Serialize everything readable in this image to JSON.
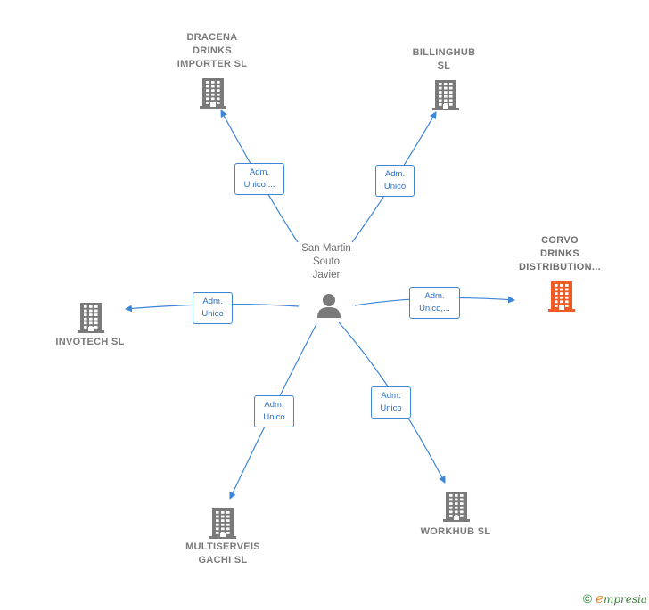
{
  "center": {
    "name_lines": [
      "San Martin",
      "Souto",
      "Javier"
    ],
    "icon": "person-icon"
  },
  "nodes": [
    {
      "id": "dracena",
      "lines": [
        "DRACENA",
        "DRINKS",
        "IMPORTER  SL"
      ],
      "icon": "building-icon",
      "color": "#7a7a7a"
    },
    {
      "id": "billinghub",
      "lines": [
        "BILLINGHUB",
        "SL"
      ],
      "icon": "building-icon",
      "color": "#7a7a7a"
    },
    {
      "id": "corvo",
      "lines": [
        "CORVO",
        "DRINKS",
        "DISTRIBUTION..."
      ],
      "icon": "building-icon",
      "color": "#f05a23"
    },
    {
      "id": "invotech",
      "lines": [
        "INVOTECH  SL"
      ],
      "icon": "building-icon",
      "color": "#7a7a7a"
    },
    {
      "id": "multiserveis",
      "lines": [
        "MULTISERVEIS",
        "GACHI  SL"
      ],
      "icon": "building-icon",
      "color": "#7a7a7a"
    },
    {
      "id": "workhub",
      "lines": [
        "WORKHUB  SL"
      ],
      "icon": "building-icon",
      "color": "#7a7a7a"
    }
  ],
  "edges": [
    {
      "target": "dracena",
      "label_lines": [
        "Adm.",
        "Unico,..."
      ]
    },
    {
      "target": "billinghub",
      "label_lines": [
        "Adm.",
        "Unico"
      ]
    },
    {
      "target": "corvo",
      "label_lines": [
        "Adm.",
        "Unico,..."
      ]
    },
    {
      "target": "invotech",
      "label_lines": [
        "Adm.",
        "Unico"
      ]
    },
    {
      "target": "multiserveis",
      "label_lines": [
        "Adm.",
        "Unico"
      ]
    },
    {
      "target": "workhub",
      "label_lines": [
        "Adm.",
        "Unico"
      ]
    }
  ],
  "colors": {
    "edge": "#3d85d6",
    "building": "#7a7a7a",
    "highlight": "#f05a23"
  },
  "footer": {
    "copyright": "©",
    "brand_initial": "e",
    "brand_rest": "mpresia"
  }
}
